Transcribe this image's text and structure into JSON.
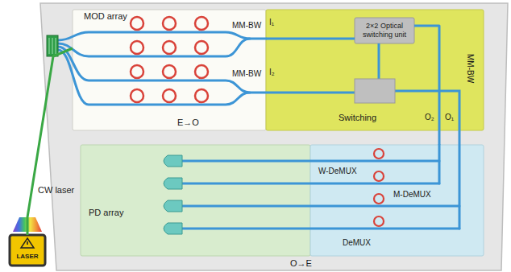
{
  "diagram": {
    "nodes": [
      {
        "text": [
          "MOD array",
          "E→O"
        ]
      },
      {
        "text": [
          "Switching"
        ]
      },
      {
        "text": [
          "2×2 Optical switching unit"
        ],
        "in": 1
      },
      {
        "text": [
          "PD array"
        ]
      },
      {
        "text": [
          "W-DeMUX",
          "M-DeMUX",
          "DeMUX"
        ]
      },
      {
        "text": [
          "LASER"
        ]
      }
    ],
    "edges": [
      {
        "from": 5,
        "to": 0,
        "arrow": "none"
      },
      {
        "from": 0,
        "to": 2,
        "arrow": "none"
      },
      {
        "from": 2,
        "to": 4,
        "arrow": "none"
      }
    ],
    "labels": [
      "MM-BW",
      "I₁",
      "MM-BW",
      "I₂",
      "O₂",
      "O₁",
      "MM-BW",
      "CW laser",
      "O→E"
    ]
  }
}
